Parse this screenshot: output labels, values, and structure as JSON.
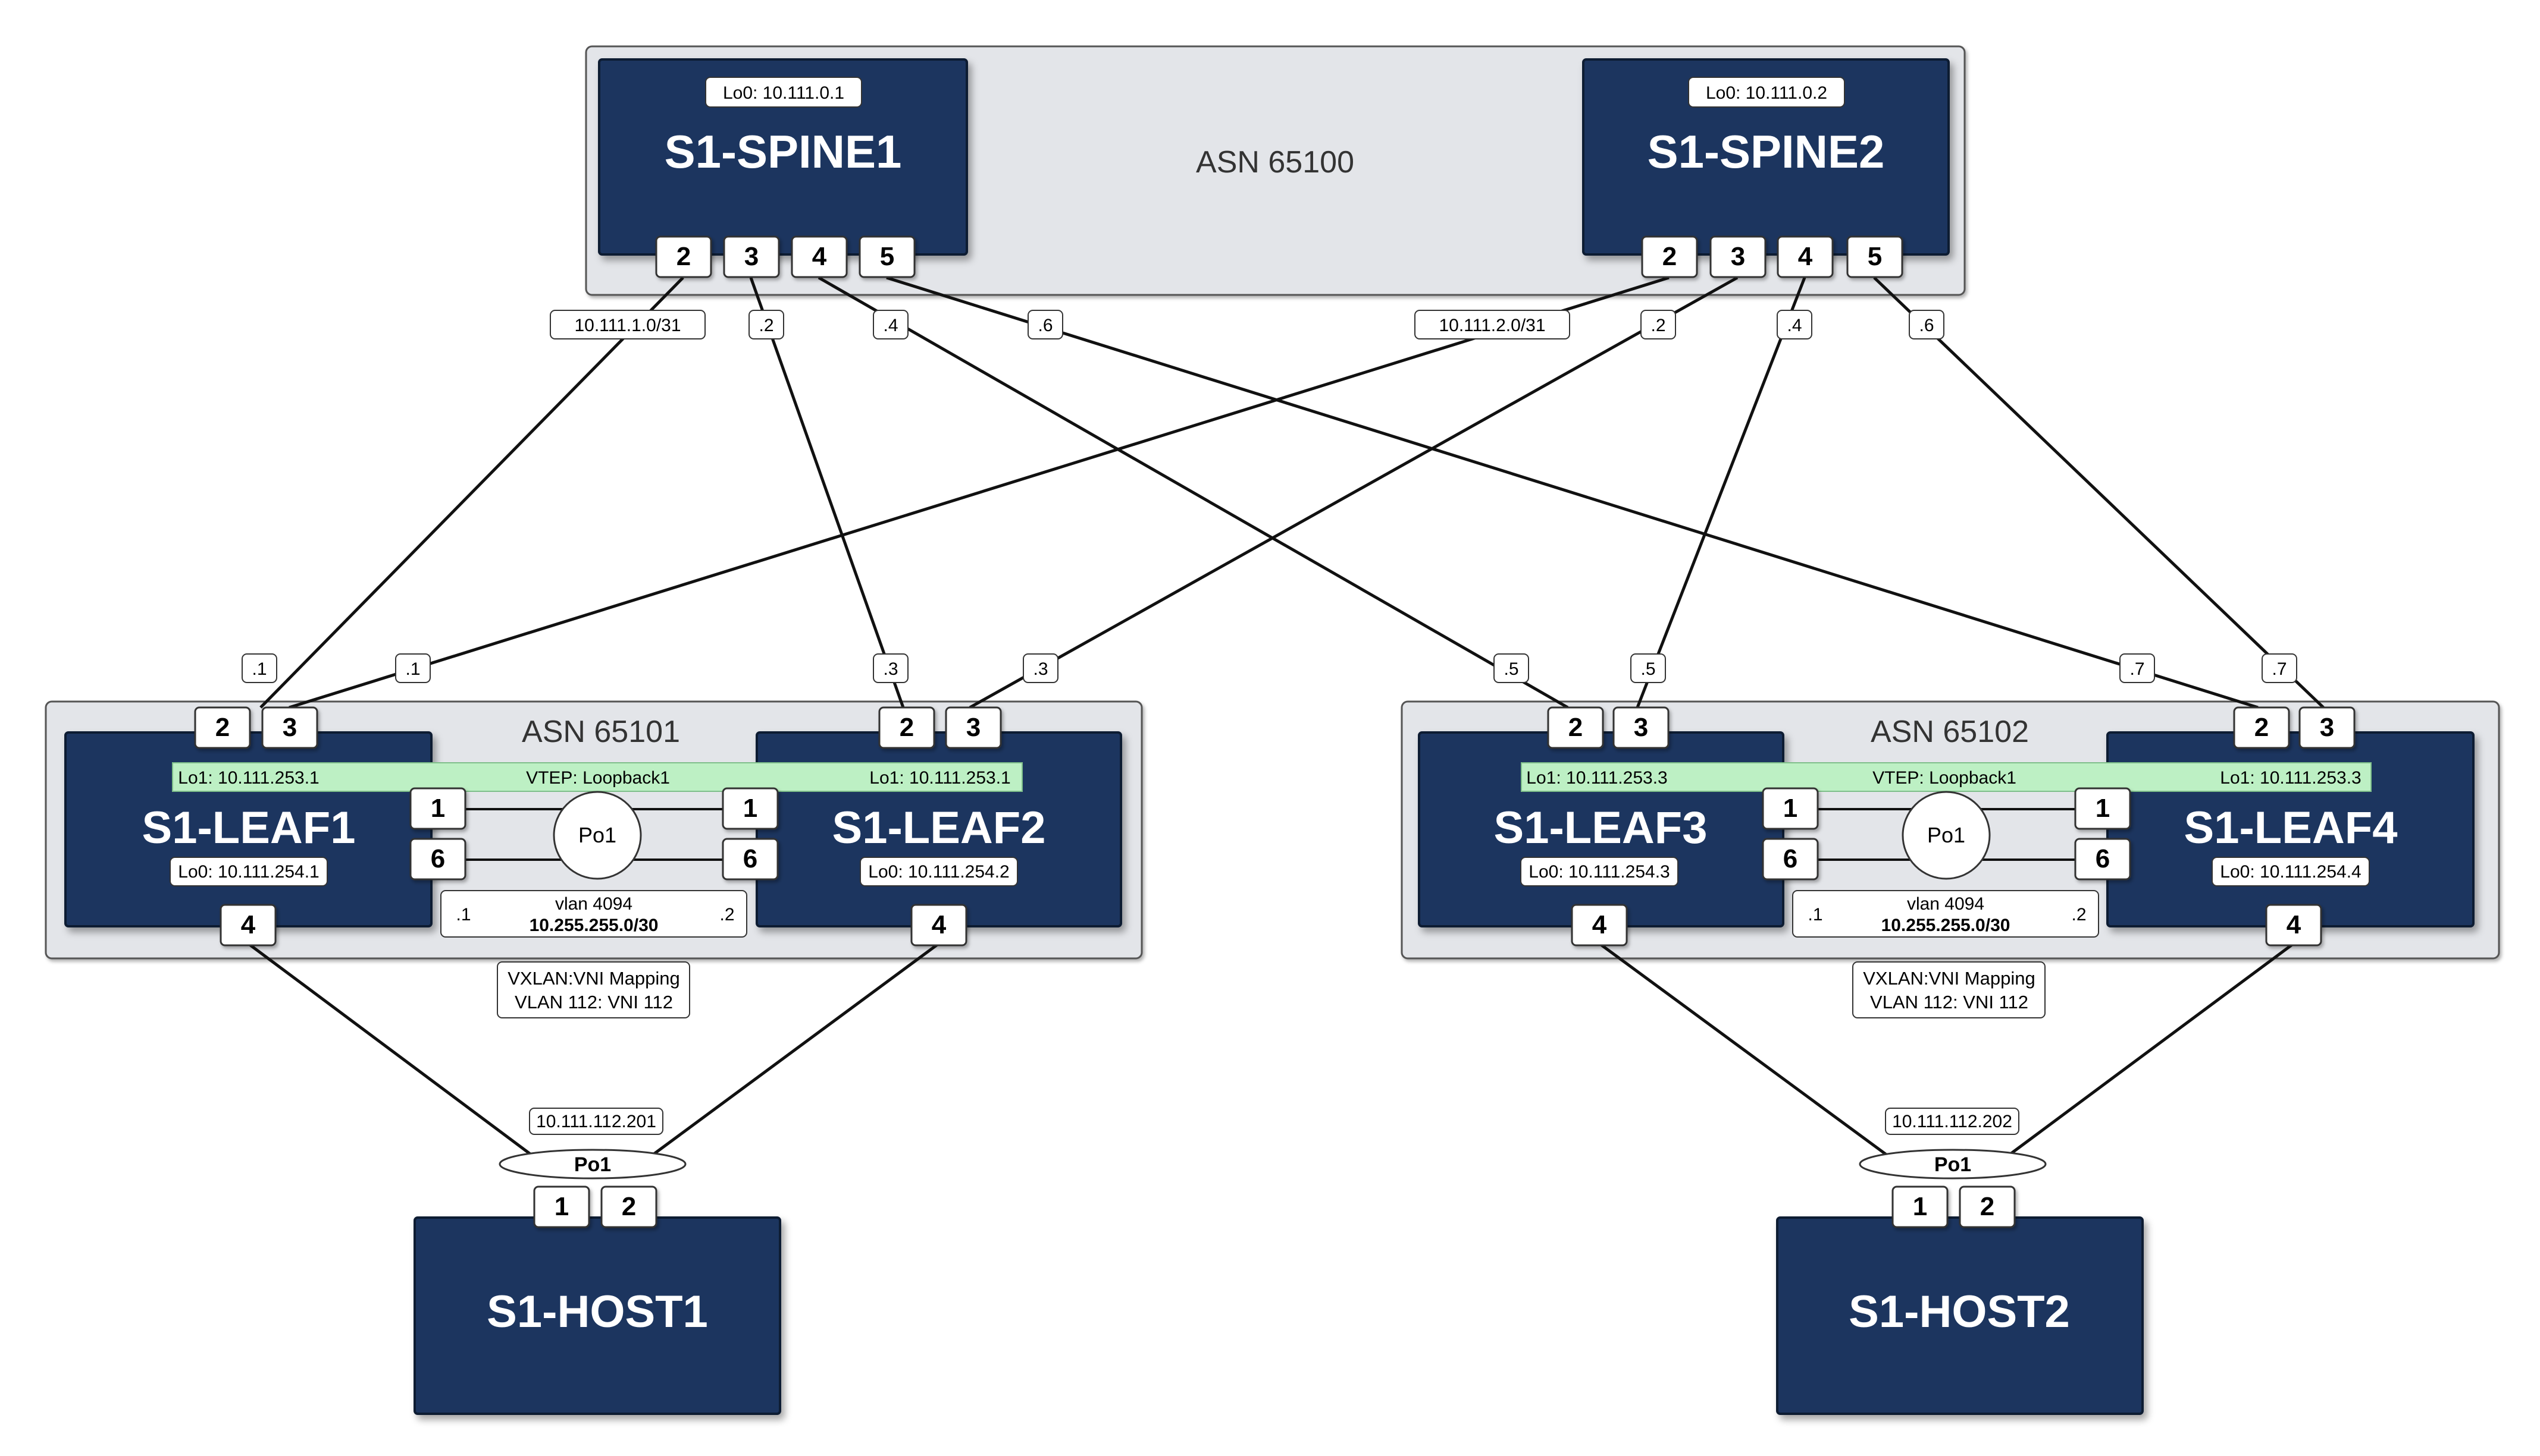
{
  "colors": {
    "device_fill": "#1d355f",
    "device_text": "#ffffff",
    "asn_group_fill": "#e3e5e9",
    "vtep_band": "#bdf0c4",
    "label_fill": "#ffffff",
    "line": "#111111"
  },
  "asn_groups": {
    "spine": "ASN 65100",
    "leaf12": "ASN 65101",
    "leaf34": "ASN 65102"
  },
  "devices": {
    "spine1": {
      "name": "S1-SPINE1",
      "lo0": "Lo0: 10.111.0.1"
    },
    "spine2": {
      "name": "S1-SPINE2",
      "lo0": "Lo0: 10.111.0.2"
    },
    "leaf1": {
      "name": "S1-LEAF1",
      "lo0": "Lo0: 10.111.254.1",
      "lo1": "Lo1: 10.111.253.1"
    },
    "leaf2": {
      "name": "S1-LEAF2",
      "lo0": "Lo0: 10.111.254.2",
      "lo1": "Lo1: 10.111.253.1"
    },
    "leaf3": {
      "name": "S1-LEAF3",
      "lo0": "Lo0: 10.111.254.3",
      "lo1": "Lo1: 10.111.253.3"
    },
    "leaf4": {
      "name": "S1-LEAF4",
      "lo0": "Lo0: 10.111.254.4",
      "lo1": "Lo1: 10.111.253.3"
    },
    "host1": {
      "name": "S1-HOST1"
    },
    "host2": {
      "name": "S1-HOST2"
    }
  },
  "vtep": {
    "label": "VTEP: Loopback1"
  },
  "mlag": {
    "po": "Po1",
    "vlan": "vlan 4094",
    "subnet": "10.255.255.0/30",
    "left_ip": ".1",
    "right_ip": ".2"
  },
  "vxlan": {
    "title": "VXLAN:VNI Mapping",
    "mapping": "VLAN 112: VNI 112"
  },
  "hosts": {
    "host1_ip": "10.111.112.201",
    "host2_ip": "10.111.112.202",
    "po": "Po1"
  },
  "ports": {
    "p1": "1",
    "p2": "2",
    "p3": "3",
    "p4": "4",
    "p5": "5",
    "p6": "6"
  },
  "link_labels": {
    "subnet1": "10.111.1.0/31",
    "subnet2": "10.111.2.0/31",
    "s1_2": ".2",
    "s1_4": ".4",
    "s1_6": ".6",
    "s2_2": ".2",
    "s2_4": ".4",
    "s2_6": ".6",
    "l1_a": ".1",
    "l1_b": ".1",
    "l2_a": ".3",
    "l2_b": ".3",
    "l3_a": ".5",
    "l3_b": ".5",
    "l4_a": ".7",
    "l4_b": ".7"
  }
}
